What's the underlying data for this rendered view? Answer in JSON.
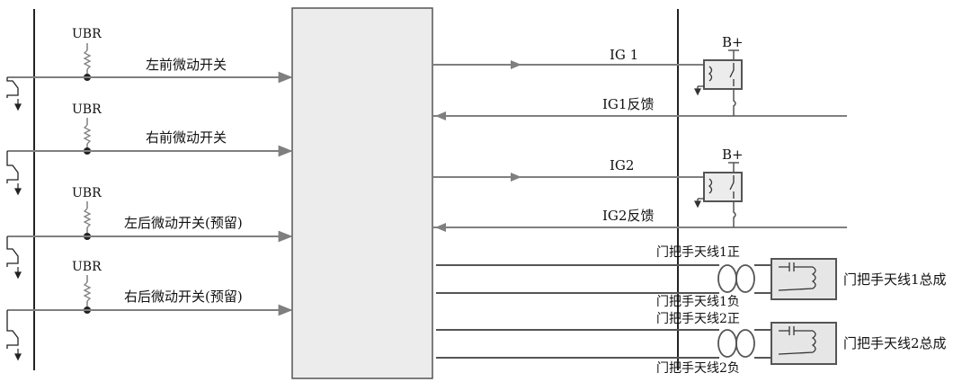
{
  "inputs": [
    {
      "pullup_label": "UBR",
      "signal_label": "左前微动开关"
    },
    {
      "pullup_label": "UBR",
      "signal_label": "右前微动开关"
    },
    {
      "pullup_label": "UBR",
      "signal_label": "左后微动开关(预留)"
    },
    {
      "pullup_label": "UBR",
      "signal_label": "右后微动开关(预留)"
    }
  ],
  "outputs": [
    {
      "signal_label": "IG 1",
      "feedback_label": "IG1反馈",
      "supply_label": "B+"
    },
    {
      "signal_label": "IG2",
      "feedback_label": "IG2反馈",
      "supply_label": "B+"
    }
  ],
  "antennas": [
    {
      "pos_label": "门把手天线1正",
      "neg_label": "门把手天线1负",
      "assembly_label": "门把手天线1总成"
    },
    {
      "pos_label": "门把手天线2正",
      "neg_label": "门把手天线2负",
      "assembly_label": "门把手天线2总成"
    }
  ],
  "colors": {
    "line": "#7f7f7f",
    "ground_line": "#222222",
    "module_fill": "#ececec",
    "module_stroke": "#555555"
  }
}
